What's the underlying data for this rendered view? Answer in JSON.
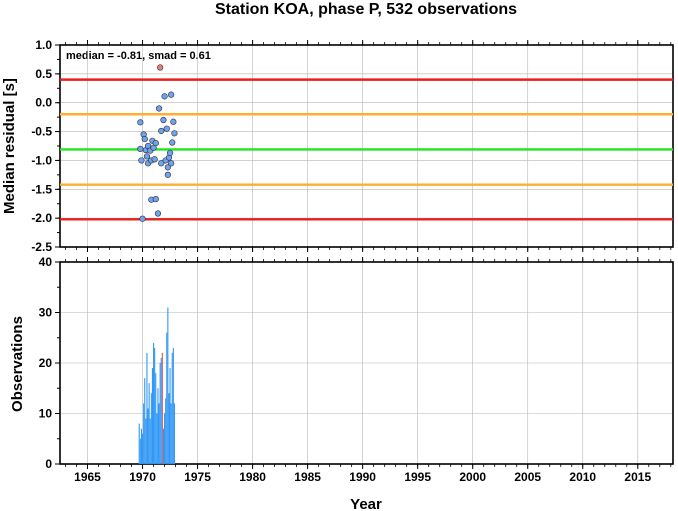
{
  "chart_data": [
    {
      "type": "scatter",
      "title": "Station KOA, phase P, 532 observations",
      "ylabel": "Median residual [s]",
      "annotation": "median = -0.81, smad = 0.61",
      "xlim": [
        1962.5,
        2018.2
      ],
      "ylim": [
        -2.5,
        1.0
      ],
      "xticks": [
        "1965",
        "1970",
        "1975",
        "1980",
        "1985",
        "1990",
        "1995",
        "2000",
        "2005",
        "2010",
        "2015"
      ],
      "yticks": [
        "1.0",
        "0.5",
        "0.0",
        "-0.5",
        "-1.0",
        "-1.5",
        "-2.0",
        "-2.5"
      ],
      "grid": true,
      "reference_lines": [
        {
          "value": 0.4,
          "color": "#e8201c"
        },
        {
          "value": -0.2,
          "color": "#ffad33"
        },
        {
          "value": -0.81,
          "color": "#1ee61e"
        },
        {
          "value": -1.42,
          "color": "#ffad33"
        },
        {
          "value": -2.02,
          "color": "#e8201c"
        }
      ],
      "point_color": "#6fa3ef",
      "outlier_color": "#f27878",
      "points": [
        {
          "x": 1969.8,
          "y": -0.34
        },
        {
          "x": 1969.8,
          "y": -0.8
        },
        {
          "x": 1969.9,
          "y": -1.0
        },
        {
          "x": 1970.0,
          "y": -2.01
        },
        {
          "x": 1970.1,
          "y": -0.55
        },
        {
          "x": 1970.2,
          "y": -0.63
        },
        {
          "x": 1970.3,
          "y": -0.82
        },
        {
          "x": 1970.4,
          "y": -0.93
        },
        {
          "x": 1970.5,
          "y": -0.75
        },
        {
          "x": 1970.5,
          "y": -1.05
        },
        {
          "x": 1970.7,
          "y": -0.83
        },
        {
          "x": 1970.8,
          "y": -1.0
        },
        {
          "x": 1970.8,
          "y": -1.68
        },
        {
          "x": 1970.9,
          "y": -0.66
        },
        {
          "x": 1971.0,
          "y": -0.78
        },
        {
          "x": 1971.1,
          "y": -0.98
        },
        {
          "x": 1971.2,
          "y": -0.7
        },
        {
          "x": 1971.2,
          "y": -1.67
        },
        {
          "x": 1971.4,
          "y": -1.92
        },
        {
          "x": 1971.5,
          "y": -0.1
        },
        {
          "x": 1971.6,
          "y": 0.61,
          "outlier": true
        },
        {
          "x": 1971.7,
          "y": -1.05
        },
        {
          "x": 1971.7,
          "y": -0.49
        },
        {
          "x": 1971.9,
          "y": -0.3
        },
        {
          "x": 1972.0,
          "y": 0.11
        },
        {
          "x": 1972.1,
          "y": -1.0
        },
        {
          "x": 1972.2,
          "y": -0.45
        },
        {
          "x": 1972.3,
          "y": -1.25
        },
        {
          "x": 1972.3,
          "y": -1.12
        },
        {
          "x": 1972.4,
          "y": -0.95
        },
        {
          "x": 1972.5,
          "y": -0.87
        },
        {
          "x": 1972.6,
          "y": -1.05
        },
        {
          "x": 1972.6,
          "y": 0.14
        },
        {
          "x": 1972.7,
          "y": -0.69
        },
        {
          "x": 1972.8,
          "y": -0.33
        },
        {
          "x": 1972.9,
          "y": -0.53
        }
      ]
    },
    {
      "type": "bar",
      "xlabel": "Year",
      "ylabel": "Observations",
      "xlim": [
        1962.5,
        2018.2
      ],
      "ylim": [
        0,
        40
      ],
      "xticks": [
        "1965",
        "1970",
        "1975",
        "1980",
        "1985",
        "1990",
        "1995",
        "2000",
        "2005",
        "2010",
        "2015"
      ],
      "yticks": [
        "40",
        "30",
        "20",
        "10",
        "0"
      ],
      "grid": true,
      "bar_color": "#3399f5",
      "highlight_color": "#e05560",
      "bars": [
        {
          "x": 1969.7,
          "y": 8
        },
        {
          "x": 1969.8,
          "y": 5
        },
        {
          "x": 1969.9,
          "y": 7
        },
        {
          "x": 1970.0,
          "y": 6
        },
        {
          "x": 1970.1,
          "y": 12
        },
        {
          "x": 1970.2,
          "y": 17
        },
        {
          "x": 1970.3,
          "y": 9
        },
        {
          "x": 1970.4,
          "y": 22
        },
        {
          "x": 1970.5,
          "y": 11
        },
        {
          "x": 1970.6,
          "y": 16
        },
        {
          "x": 1970.7,
          "y": 9
        },
        {
          "x": 1970.8,
          "y": 14
        },
        {
          "x": 1970.9,
          "y": 19
        },
        {
          "x": 1971.0,
          "y": 24
        },
        {
          "x": 1971.1,
          "y": 23
        },
        {
          "x": 1971.2,
          "y": 18
        },
        {
          "x": 1971.3,
          "y": 10
        },
        {
          "x": 1971.4,
          "y": 15
        },
        {
          "x": 1971.5,
          "y": 12
        },
        {
          "x": 1971.6,
          "y": 20
        },
        {
          "x": 1971.7,
          "y": 21
        },
        {
          "x": 1971.8,
          "y": 22,
          "highlight": true
        },
        {
          "x": 1971.9,
          "y": 7
        },
        {
          "x": 1972.0,
          "y": 10
        },
        {
          "x": 1972.1,
          "y": 13
        },
        {
          "x": 1972.2,
          "y": 26
        },
        {
          "x": 1972.3,
          "y": 31
        },
        {
          "x": 1972.4,
          "y": 14
        },
        {
          "x": 1972.5,
          "y": 19
        },
        {
          "x": 1972.6,
          "y": 12
        },
        {
          "x": 1972.7,
          "y": 22
        },
        {
          "x": 1972.8,
          "y": 23
        },
        {
          "x": 1972.9,
          "y": 12
        }
      ]
    }
  ]
}
